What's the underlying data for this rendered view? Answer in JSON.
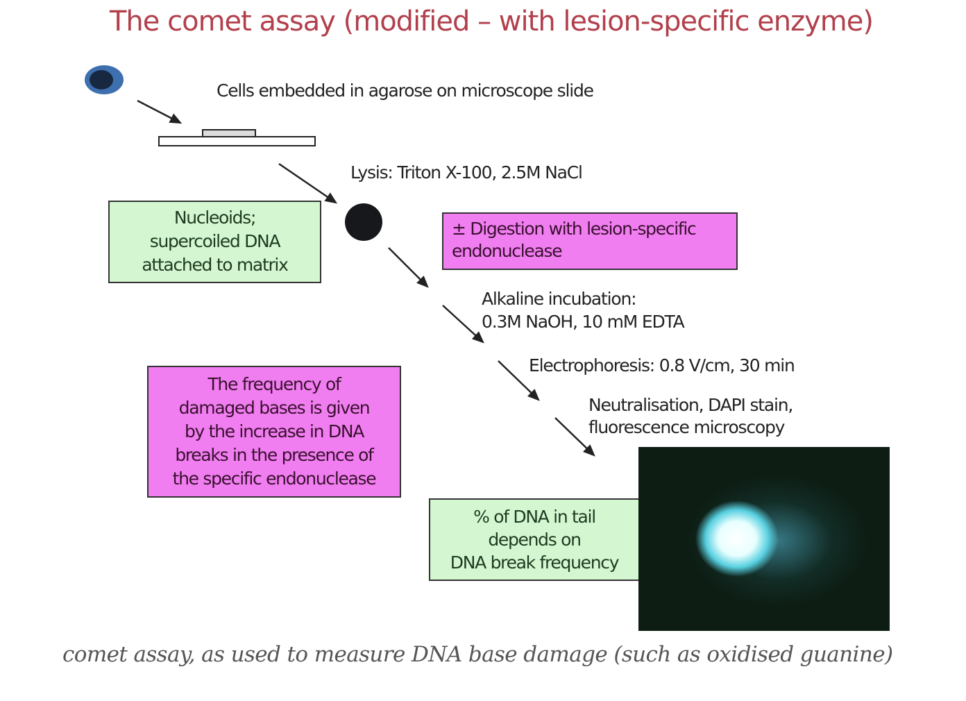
{
  "title": "The comet assay (modified – with lesion-specific enzyme)",
  "steps": {
    "embed": "Cells embedded in agarose on microscope slide",
    "lysis": "Lysis: Triton X-100, 2.5M NaCl",
    "alkaline_1": "Alkaline incubation:",
    "alkaline_2": "0.3M NaOH, 10 mM EDTA",
    "electro": "Electrophoresis: 0.8 V/cm, 30 min",
    "neutral_1": "Neutralisation, DAPI stain,",
    "neutral_2": "fluorescence microscopy"
  },
  "boxes": {
    "nucleoids": [
      "Nucleoids;",
      "supercoiled DNA",
      "attached to matrix"
    ],
    "digestion": [
      "± Digestion with lesion-specific",
      "endonuclease"
    ],
    "frequency": [
      "The frequency of",
      "damaged bases is given",
      "by the increase in DNA",
      "breaks in the presence of",
      "the specific endonuclease"
    ],
    "tail": [
      "% of DNA in tail",
      "depends on",
      "DNA break frequency"
    ]
  },
  "caption": "comet assay, as used to measure DNA base damage (such as oxidised guanine)"
}
